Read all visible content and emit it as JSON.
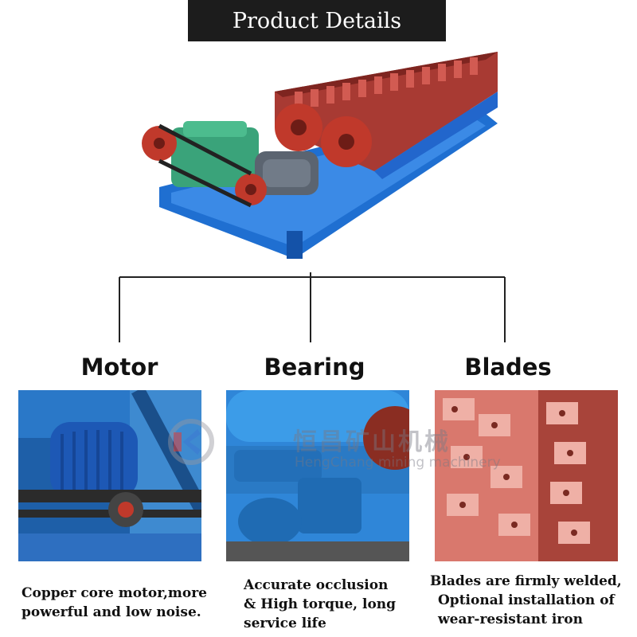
{
  "header": {
    "title": "Product Details"
  },
  "features": [
    {
      "title": "Motor",
      "description_lines": [
        "Copper core motor,more",
        "powerful and low noise."
      ]
    },
    {
      "title": "Bearing",
      "description_lines": [
        "Accurate occlusion",
        "& High torque, long",
        "service life"
      ]
    },
    {
      "title": "Blades",
      "description_lines": [
        "Blades are firmly welded,",
        "Optional installation of",
        "wear-resistant iron"
      ]
    }
  ],
  "watermark": {
    "chinese": "恒昌矿山机械",
    "english": "HengChang mining machinery"
  },
  "colors": {
    "frame_blue": "#1f6fd1",
    "trough_red": "#b53b35",
    "gear_red": "#c0392b",
    "gearbox_green": "#3aa37a"
  }
}
